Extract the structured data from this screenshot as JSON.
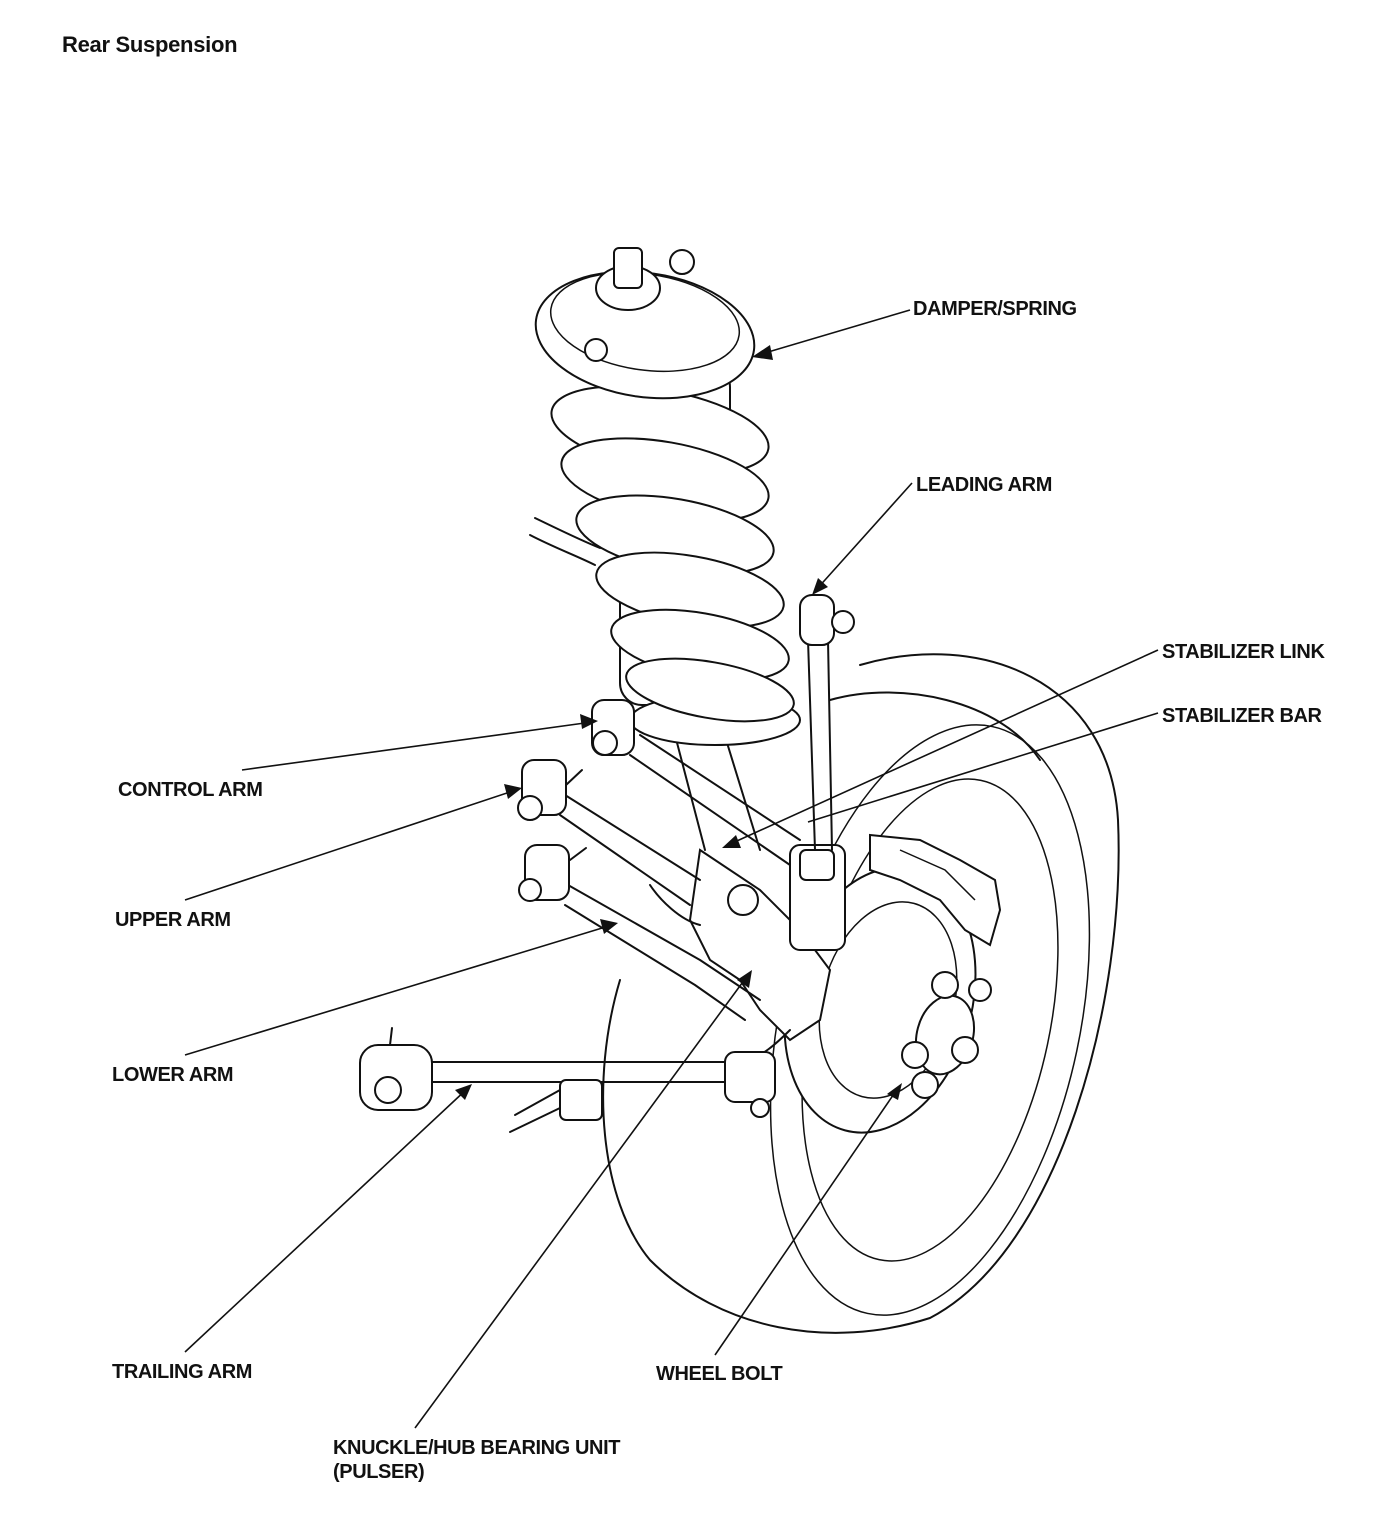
{
  "title": "Rear Suspension",
  "labels": {
    "damper_spring": "DAMPER/SPRING",
    "leading_arm": "LEADING ARM",
    "stabilizer_link": "STABILIZER LINK",
    "stabilizer_bar": "STABILIZER BAR",
    "control_arm": "CONTROL ARM",
    "upper_arm": "UPPER ARM",
    "lower_arm": "LOWER ARM",
    "trailing_arm": "TRAILING ARM",
    "wheel_bolt": "WHEEL BOLT",
    "knuckle_hub": "KNUCKLE/HUB BEARING UNIT\n(PULSER)"
  }
}
